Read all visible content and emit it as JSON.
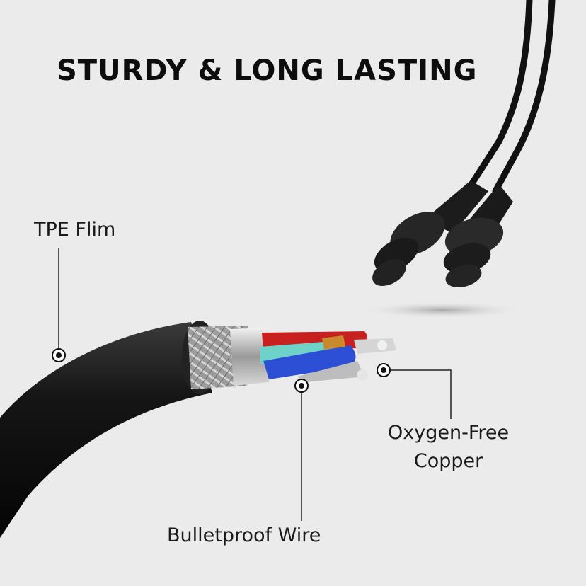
{
  "headline": "STURDY & LONG LASTING",
  "callouts": {
    "tpe_film": "TPE Flim",
    "bulletproof_wire": "Bulletproof Wire",
    "oxygen_free_copper_line1": "Oxygen-Free",
    "oxygen_free_copper_line2": "Copper"
  },
  "colors": {
    "background": "#ebebeb",
    "cable_jacket": "#141414",
    "wire_red": "#c8201e",
    "wire_teal": "#6fd2c8",
    "wire_blue": "#2c4fd6",
    "copper": "#c98a2e"
  }
}
